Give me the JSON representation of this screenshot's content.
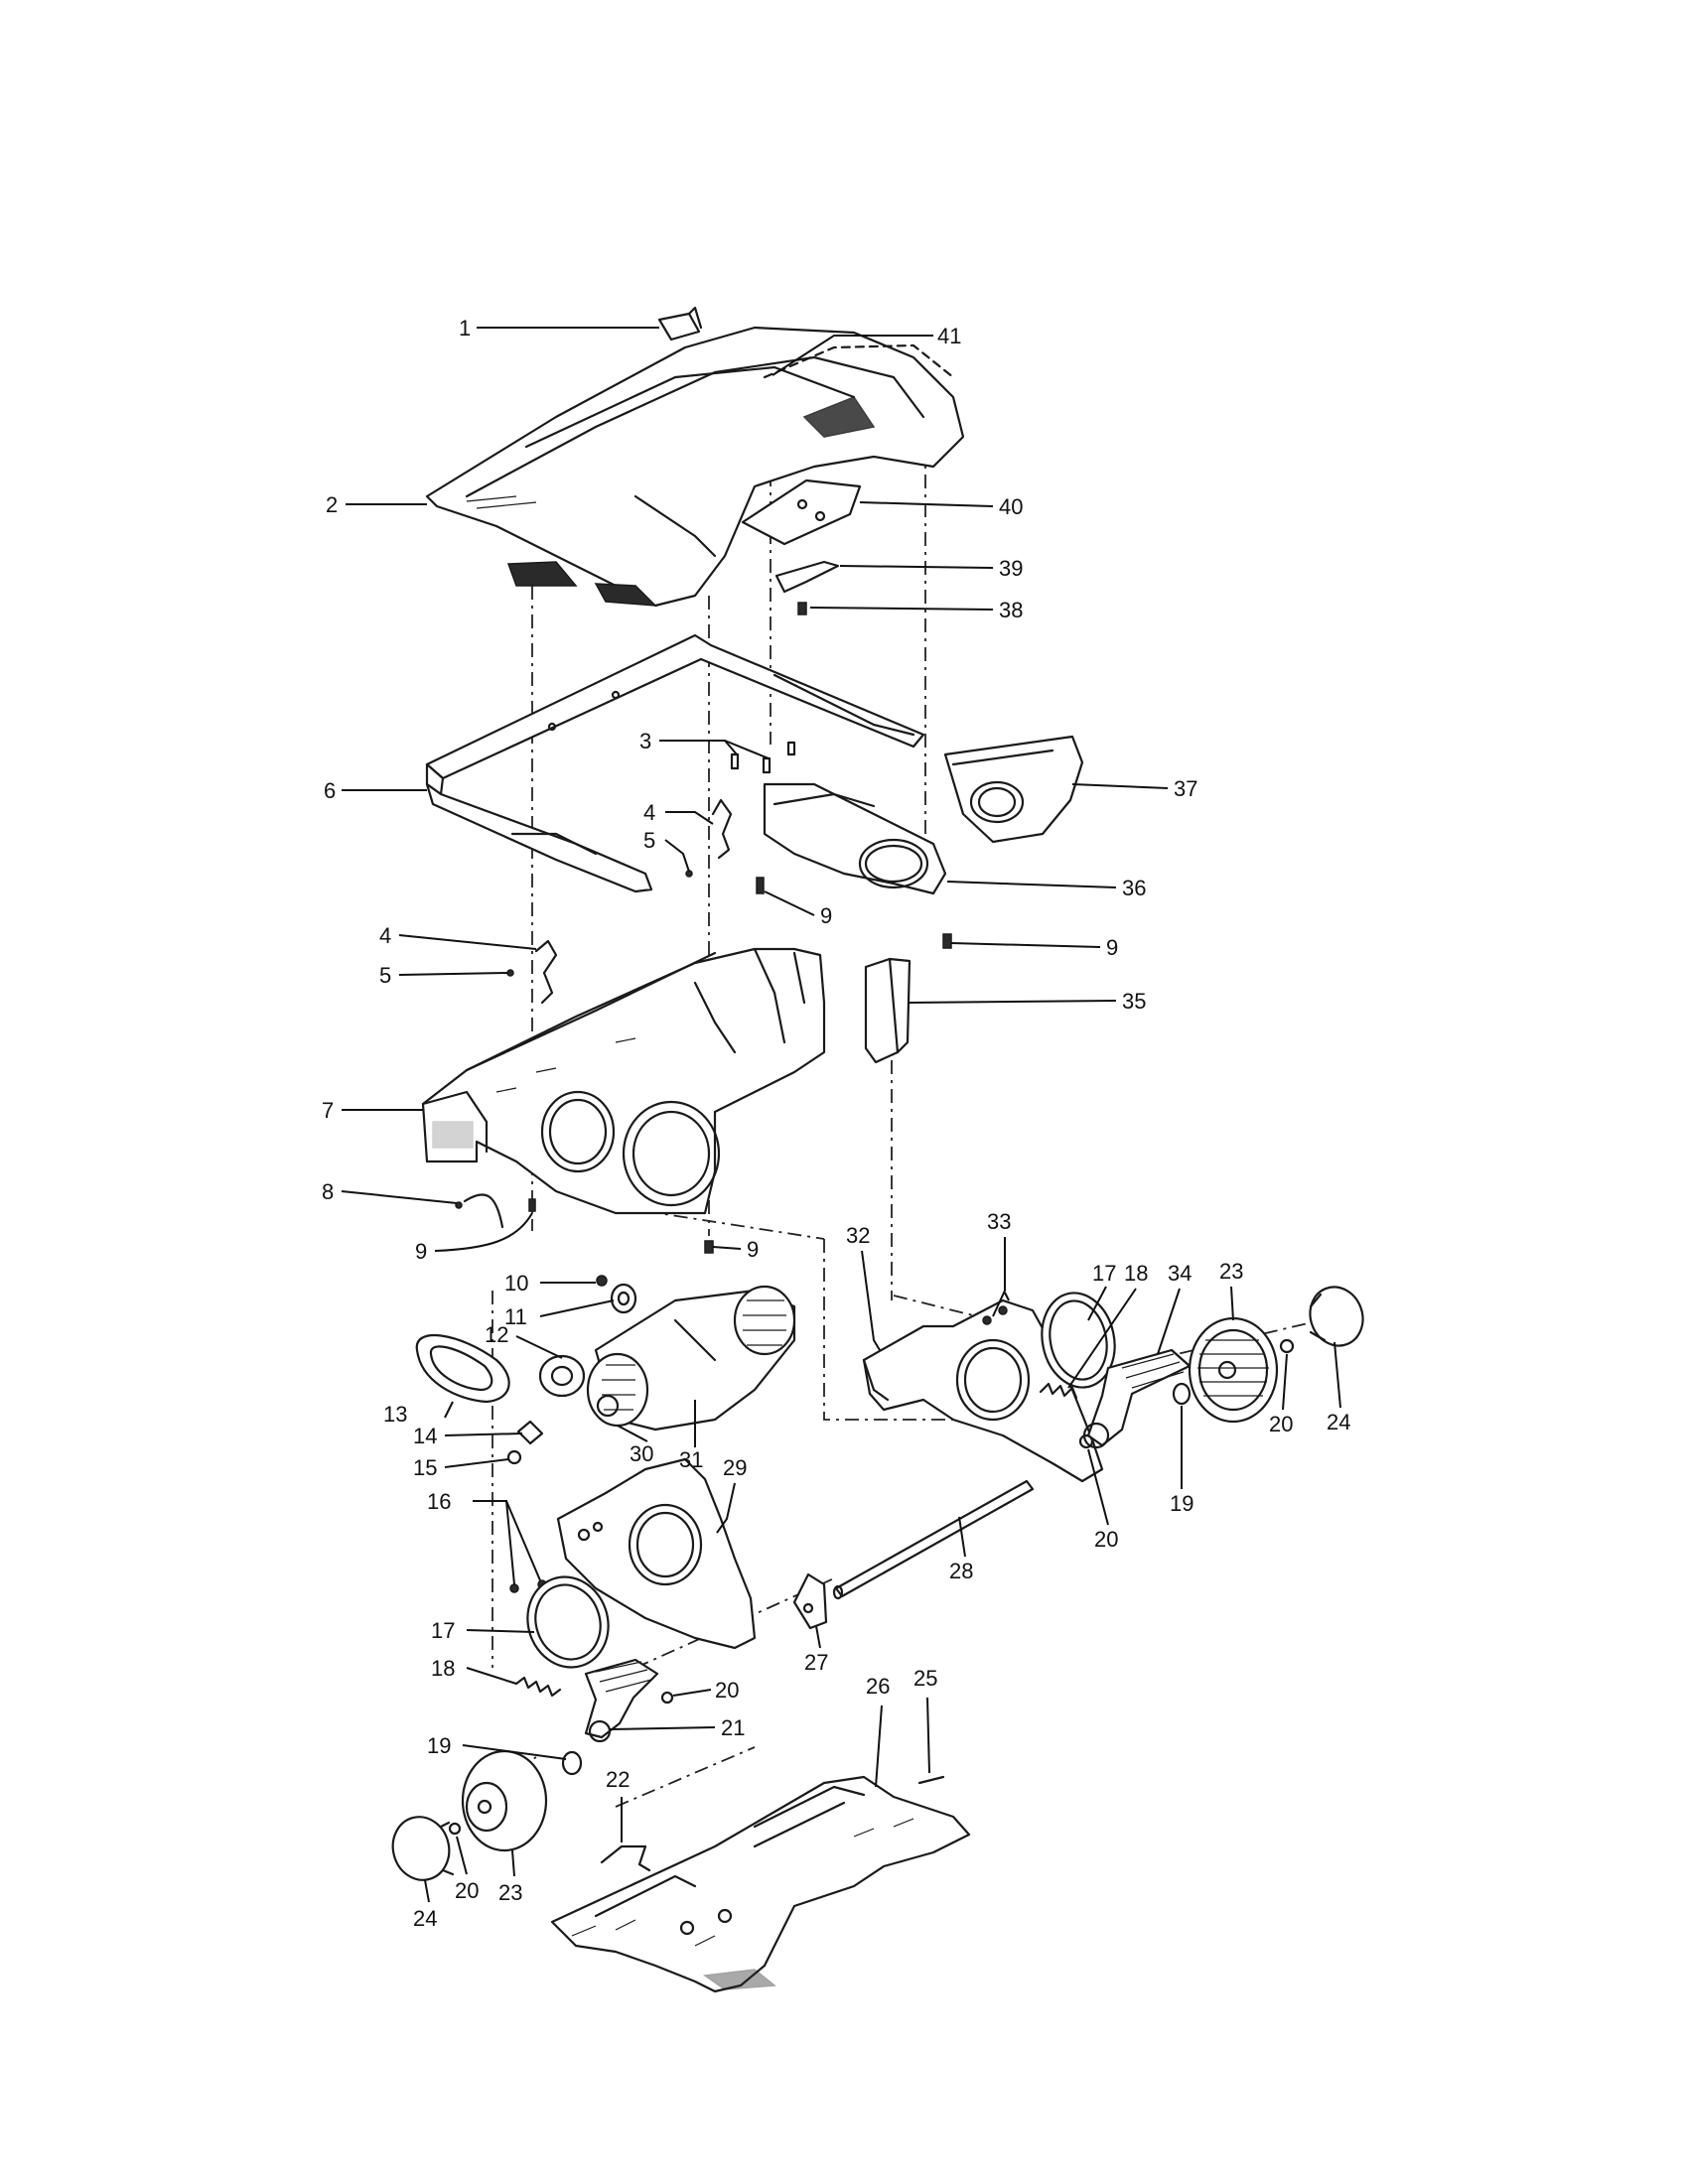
{
  "callouts": [
    {
      "id": "c1",
      "text": "1"
    },
    {
      "id": "c2",
      "text": "2"
    },
    {
      "id": "c41",
      "text": "41"
    },
    {
      "id": "c40",
      "text": "40"
    },
    {
      "id": "c39",
      "text": "39"
    },
    {
      "id": "c38",
      "text": "38"
    },
    {
      "id": "c6",
      "text": "6"
    },
    {
      "id": "c3",
      "text": "3"
    },
    {
      "id": "c37",
      "text": "37"
    },
    {
      "id": "c4a",
      "text": "4"
    },
    {
      "id": "c5a",
      "text": "5"
    },
    {
      "id": "c9a",
      "text": "9"
    },
    {
      "id": "c36",
      "text": "36"
    },
    {
      "id": "c4b",
      "text": "4"
    },
    {
      "id": "c5b",
      "text": "5"
    },
    {
      "id": "c9b",
      "text": "9"
    },
    {
      "id": "c35",
      "text": "35"
    },
    {
      "id": "c7",
      "text": "7"
    },
    {
      "id": "c8",
      "text": "8"
    },
    {
      "id": "c9c",
      "text": "9"
    },
    {
      "id": "c9d",
      "text": "9"
    },
    {
      "id": "c32",
      "text": "32"
    },
    {
      "id": "c33",
      "text": "33"
    },
    {
      "id": "c17a",
      "text": "17"
    },
    {
      "id": "c18a",
      "text": "18"
    },
    {
      "id": "c34",
      "text": "34"
    },
    {
      "id": "c23a",
      "text": "23"
    },
    {
      "id": "c10",
      "text": "10"
    },
    {
      "id": "c11",
      "text": "11"
    },
    {
      "id": "c12",
      "text": "12"
    },
    {
      "id": "c13",
      "text": "13"
    },
    {
      "id": "c14",
      "text": "14"
    },
    {
      "id": "c15",
      "text": "15"
    },
    {
      "id": "c30",
      "text": "30"
    },
    {
      "id": "c31",
      "text": "31"
    },
    {
      "id": "c29",
      "text": "29"
    },
    {
      "id": "c24a",
      "text": "24"
    },
    {
      "id": "c20a",
      "text": "20"
    },
    {
      "id": "c19a",
      "text": "19"
    },
    {
      "id": "c20b",
      "text": "20"
    },
    {
      "id": "c16",
      "text": "16"
    },
    {
      "id": "c28",
      "text": "28"
    },
    {
      "id": "c17b",
      "text": "17"
    },
    {
      "id": "c27",
      "text": "27"
    },
    {
      "id": "c18b",
      "text": "18"
    },
    {
      "id": "c20c",
      "text": "20"
    },
    {
      "id": "c21",
      "text": "21"
    },
    {
      "id": "c26",
      "text": "26"
    },
    {
      "id": "c25",
      "text": "25"
    },
    {
      "id": "c19b",
      "text": "19"
    },
    {
      "id": "c22",
      "text": "22"
    },
    {
      "id": "c24b",
      "text": "24"
    },
    {
      "id": "c20d",
      "text": "20"
    },
    {
      "id": "c23b",
      "text": "23"
    }
  ]
}
